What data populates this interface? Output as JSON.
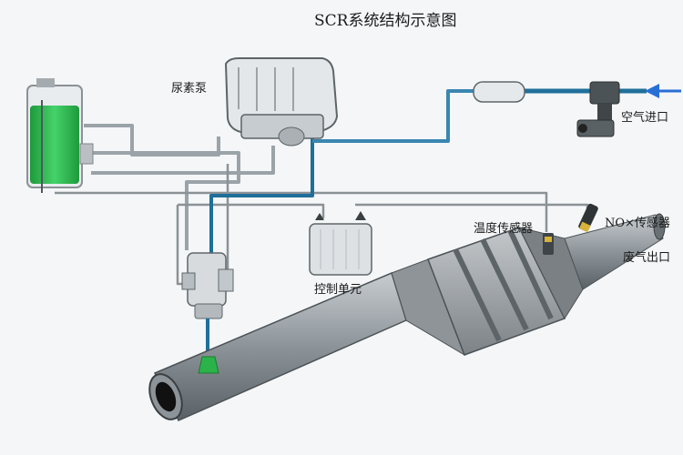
{
  "title": "SCR系统结构示意图",
  "labels": {
    "urea_pump": "尿素泵",
    "air_inlet": "空气进口",
    "temp_sensor": "温度传感器",
    "nox_sensor": "NO×传感器",
    "exhaust_outlet": "废气出口",
    "control_unit": "控制单元"
  },
  "colors": {
    "background": "#f4f6f8",
    "tank_liquid": "#2bb34a",
    "air_line": "#1f6f9a",
    "air_arrow": "#2a6fd6",
    "pipe_gray": "#8b9499",
    "catalyst_body": "#9aa0a4"
  }
}
